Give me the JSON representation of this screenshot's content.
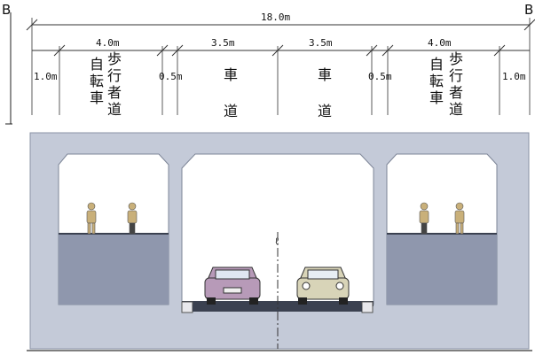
{
  "section_labels": {
    "left": "B",
    "right": "B"
  },
  "dimensions": {
    "total": "18.0m",
    "groups": [
      {
        "label": "4.0m"
      },
      {
        "label": "3.5m"
      },
      {
        "label": "3.5m"
      },
      {
        "label": "4.0m"
      }
    ],
    "parts": [
      {
        "label": "1.0m"
      },
      {
        "label": "0.5m"
      },
      {
        "label": "0.5m"
      },
      {
        "label": "1.0m"
      }
    ]
  },
  "lane_names": {
    "left_sidewalk": [
      "自",
      "転",
      "車",
      "歩",
      "行",
      "者",
      "道"
    ],
    "road_left": [
      "車",
      "道"
    ],
    "road_right": [
      "車",
      "道"
    ],
    "right_sidewalk": [
      "自",
      "転",
      "車",
      "歩",
      "行",
      "者",
      "道"
    ]
  },
  "centerline_symbol": "ℓ",
  "colors": {
    "concrete": "#c4cad8",
    "concrete_edge": "#8a93a6",
    "sidewalk_fill": "#8f97ad",
    "road_surface": "#3b4150",
    "car_left": "#b79ab8",
    "car_right": "#d8d4b8",
    "pedestrian": "#c9b07a"
  }
}
